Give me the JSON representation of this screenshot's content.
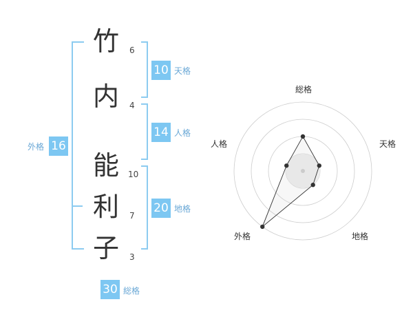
{
  "name": {
    "surname": [
      {
        "char": "竹",
        "strokes": "6"
      },
      {
        "char": "内",
        "strokes": "4"
      }
    ],
    "given": [
      {
        "char": "能",
        "strokes": "10"
      },
      {
        "char": "利",
        "strokes": "7"
      },
      {
        "char": "子",
        "strokes": "3"
      }
    ]
  },
  "fortunes": {
    "tenkaku": {
      "label": "天格",
      "value": "10"
    },
    "jinkaku": {
      "label": "人格",
      "value": "14"
    },
    "chikaku": {
      "label": "地格",
      "value": "20"
    },
    "gaikaku": {
      "label": "外格",
      "value": "16"
    },
    "soukaku": {
      "label": "総格",
      "value": "30"
    }
  },
  "colors": {
    "accent": "#7dc7f2",
    "bracket": "#8ccbf0",
    "label": "#6aa8d6"
  },
  "chart_data": {
    "type": "radar",
    "axes": [
      "総格",
      "天格",
      "地格",
      "外格",
      "人格"
    ],
    "rings": 4,
    "values": [
      2,
      1,
      1,
      4,
      1
    ],
    "rmax": 4
  }
}
